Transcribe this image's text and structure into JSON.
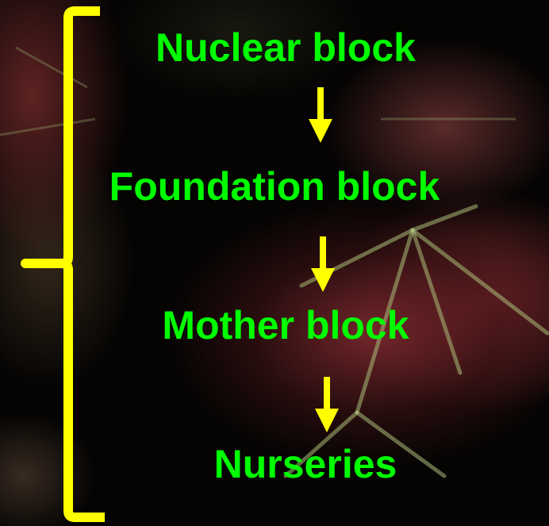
{
  "diagram": {
    "steps": [
      {
        "label": "Nuclear block"
      },
      {
        "label": "Foundation block"
      },
      {
        "label": "Mother block"
      },
      {
        "label": "Nurseries"
      }
    ]
  },
  "colors": {
    "text": "#00ff00",
    "arrow": "#ffff00",
    "brace": "#ffff00"
  }
}
